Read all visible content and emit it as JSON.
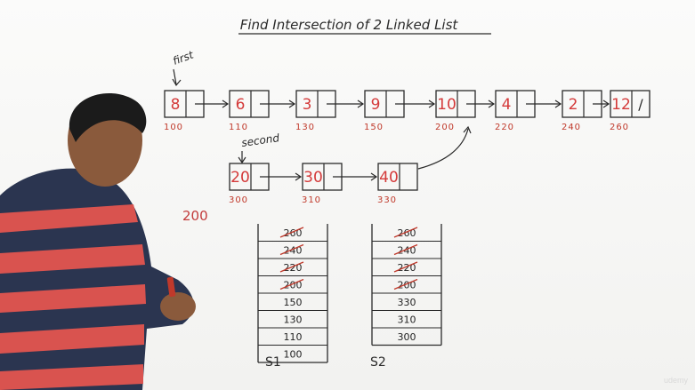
{
  "title": "Find Intersection of 2 Linked List",
  "first_label": "first",
  "second_label": "second",
  "list1": [
    {
      "val": "8",
      "addr": "100"
    },
    {
      "val": "6",
      "addr": "110"
    },
    {
      "val": "3",
      "addr": "130"
    },
    {
      "val": "9",
      "addr": "150"
    },
    {
      "val": "10",
      "addr": "200"
    },
    {
      "val": "4",
      "addr": "220"
    },
    {
      "val": "2",
      "addr": "240"
    },
    {
      "val": "12",
      "addr": "260"
    }
  ],
  "list2": [
    {
      "val": "20",
      "addr": "300"
    },
    {
      "val": "30",
      "addr": "310"
    },
    {
      "val": "40",
      "addr": "330"
    }
  ],
  "null_marker": "/",
  "result": "200",
  "stack1": [
    "260",
    "240",
    "220",
    "200",
    "150",
    "130",
    "110",
    "100"
  ],
  "stack2": [
    "260",
    "240",
    "220",
    "200",
    "330",
    "310",
    "300"
  ],
  "stack1_label": "S1",
  "stack2_label": "S2",
  "crossed_count": 4
}
